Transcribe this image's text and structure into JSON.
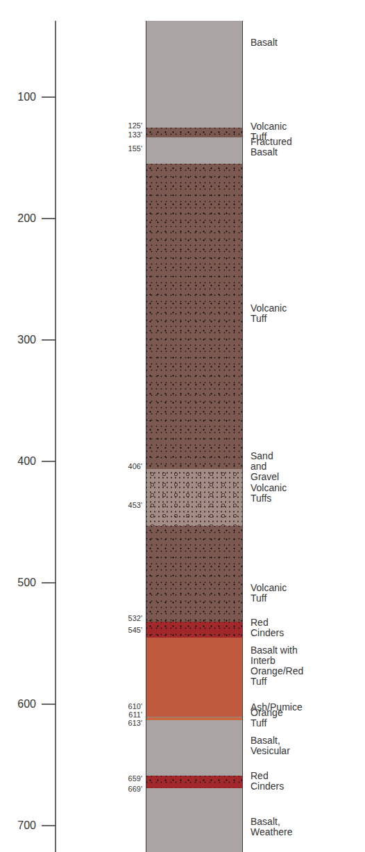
{
  "diagram": {
    "nodes": [
      {
        "text": [
          "Basalt"
        ]
      },
      {
        "text": [
          "Volcanic Tuff"
        ]
      },
      {
        "text": [
          "Fractured Basalt"
        ]
      },
      {
        "text": [
          "Volcanic Tuff"
        ]
      },
      {
        "text": [
          "Sand and Gravel Volcanic Tuffs"
        ]
      },
      {
        "text": [
          "Volcanic Tuff"
        ]
      },
      {
        "text": [
          "Red Cinders"
        ]
      },
      {
        "text": [
          "Basalt with Interb Orange/Red Tuff"
        ]
      },
      {
        "text": [
          "Ash/Pumice"
        ]
      },
      {
        "text": [
          "Orange Tuff"
        ]
      },
      {
        "text": [
          "Basalt, Vesicular"
        ]
      },
      {
        "text": [
          "Red Cinders"
        ]
      },
      {
        "text": [
          "Basalt, Weathere"
        ]
      }
    ],
    "labels": [
      "100",
      "200",
      "300",
      "400",
      "500",
      "600",
      "700",
      "125'",
      "133'",
      "155'",
      "406'",
      "453'",
      "532'",
      "545'",
      "610'",
      "611'",
      "613'",
      "659'",
      "669'"
    ]
  }
}
